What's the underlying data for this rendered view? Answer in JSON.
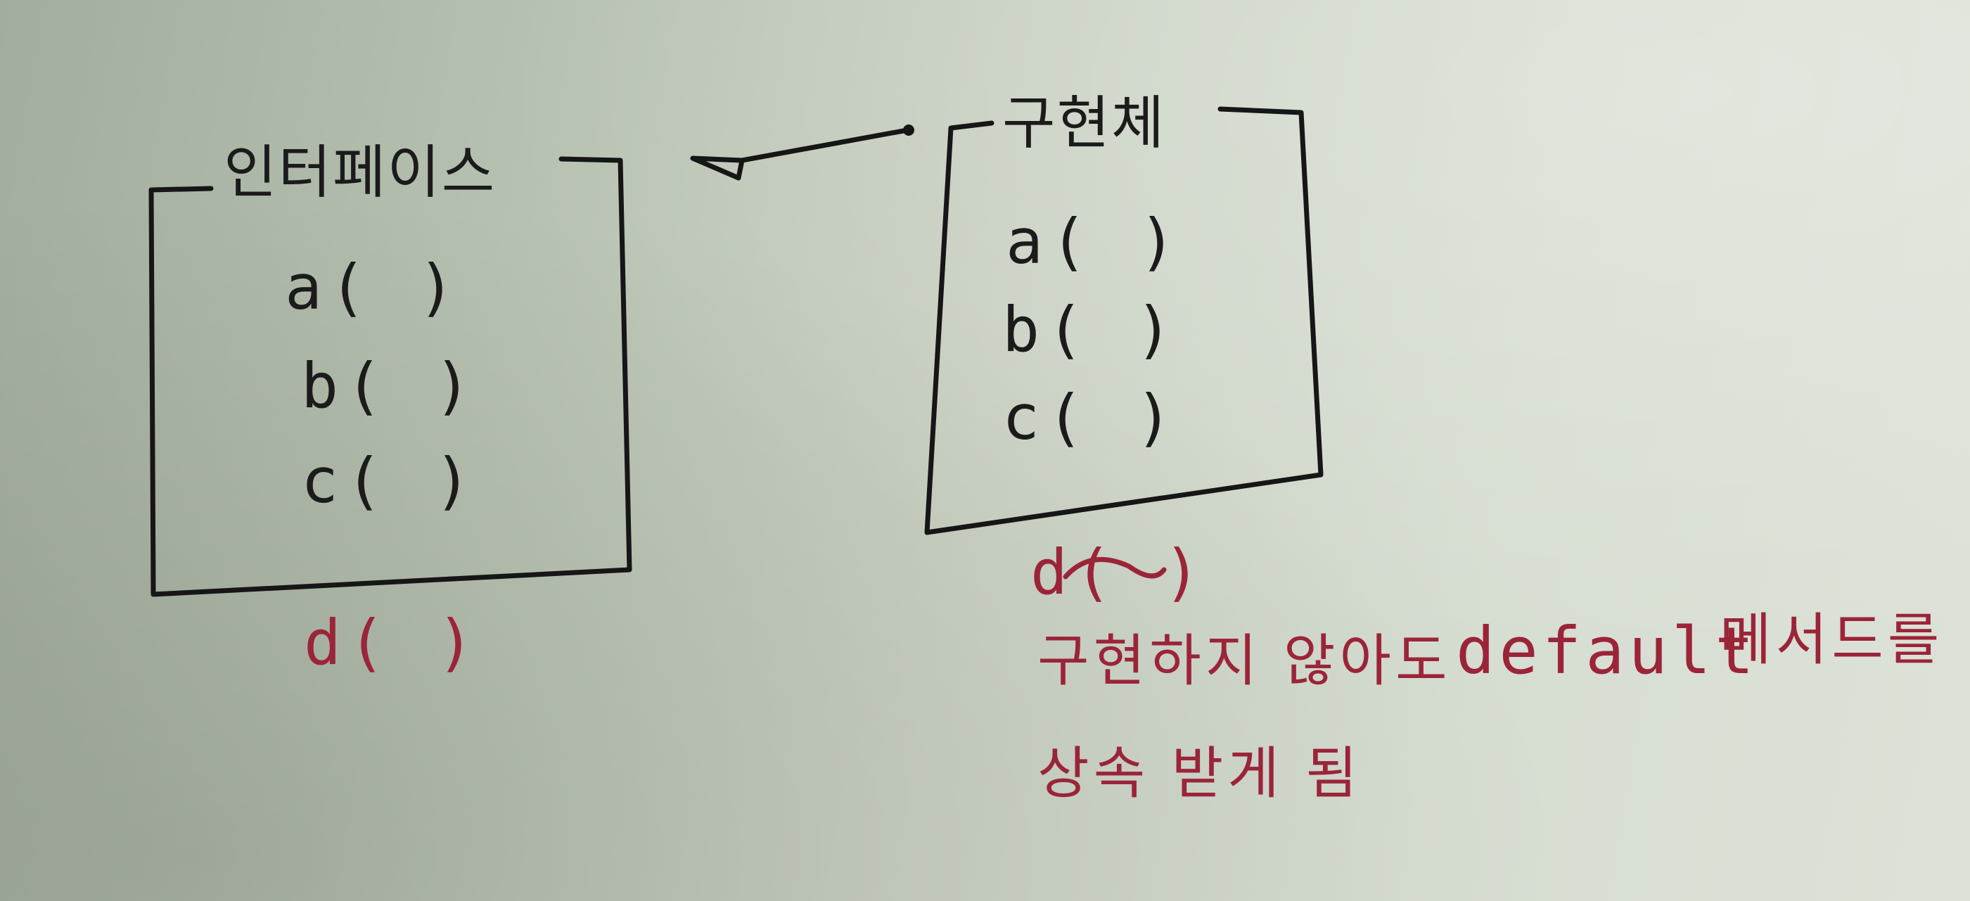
{
  "diagram": {
    "interface_box": {
      "title": "인터페이스",
      "methods": [
        "a( )",
        "b( )",
        "c( )"
      ],
      "extra_method": "d( )"
    },
    "implementation_box": {
      "title": "구현체",
      "methods": [
        "a( )",
        "b( )",
        "c( )"
      ],
      "extra_method": "d( )",
      "note_line1_part1": "구현하지 않아도",
      "note_line1_part2": "default",
      "note_line1_part3": "메서드를",
      "note_line2": "상속 받게 됨"
    }
  },
  "colors": {
    "ink_black": "#1b1b1b",
    "ink_red": "#9b2438",
    "paper": "#c9d1c3"
  }
}
